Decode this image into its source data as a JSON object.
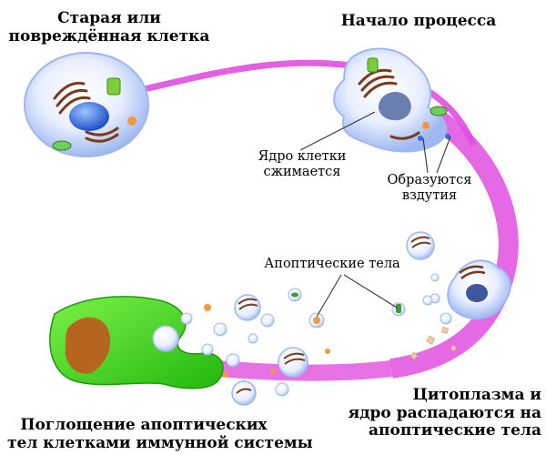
{
  "labels": {
    "old_cell": [
      "Старая или",
      "повреждённая клетка"
    ],
    "process_start": [
      "Начало процесса"
    ],
    "nucleus_shrinks": [
      "Ядро клетки",
      "сжимается"
    ],
    "blebs_form": [
      "Образуются",
      "вздутия"
    ],
    "apoptotic_bodies": [
      "Апоптические тела"
    ],
    "breakup": [
      "Цитоплазма и",
      "ядро распадаются на",
      "апоптические тела"
    ],
    "engulfment": [
      "Поглощение апоптических",
      "тел клетками иммунной системы"
    ]
  },
  "colors": {
    "pathway": "#e14fe0",
    "cell_membrane": "#cfe0ff",
    "cell_nucleus": "#2f6fe0",
    "shrunk_nucleus": "#6a7fae",
    "golgi": "#7a3b1a",
    "mitochondria": "#3f9a3a",
    "immune_cell": "#39d618",
    "phagocyte_nucleus": "#b5651d"
  }
}
